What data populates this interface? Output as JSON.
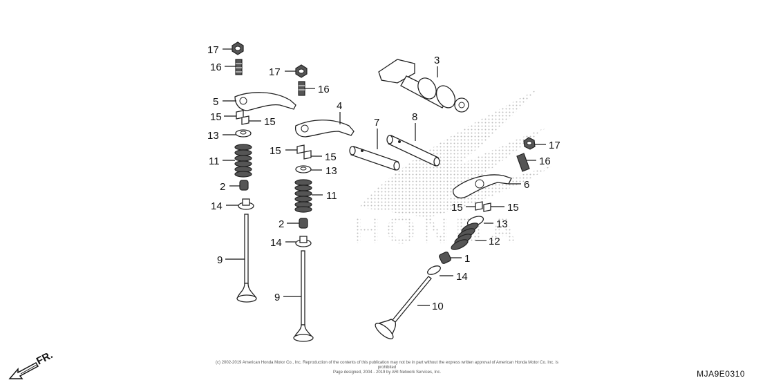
{
  "diagram_id": "MJA9E0310",
  "copyright_line1": "(c) 2002-2019 American Honda Motor Co., Inc. Reproduction of the contents of this publication may not be in part without the express written approval of American Honda Motor Co. Inc. is prohibited",
  "copyright_line2": "Page designed, 2004 - 2019 by ARI Network Services, Inc.",
  "front_label": "FR.",
  "watermark_text": "HONDA",
  "callouts": {
    "n1": "1",
    "n2a": "2",
    "n2b": "2",
    "n3": "3",
    "n4": "4",
    "n5": "5",
    "n6": "6",
    "n7": "7",
    "n8": "8",
    "n9a": "9",
    "n9b": "9",
    "n10": "10",
    "n11a": "11",
    "n11b": "11",
    "n12": "12",
    "n13a": "13",
    "n13b": "13",
    "n13c": "13",
    "n14a": "14",
    "n14b": "14",
    "n14c": "14",
    "n15a": "15",
    "n15b": "15",
    "n15c": "15",
    "n15d": "15",
    "n15e": "15",
    "n15f": "15",
    "n16a": "16",
    "n16b": "16",
    "n16c": "16",
    "n17a": "17",
    "n17b": "17",
    "n17c": "17"
  }
}
